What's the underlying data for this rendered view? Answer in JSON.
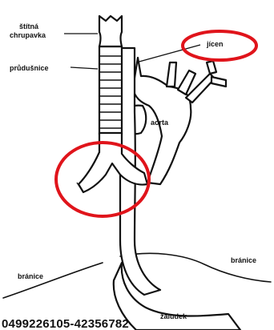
{
  "labels": {
    "thyroid_cartilage_line1": "štítná",
    "thyroid_cartilage_line2": "chrupavka",
    "trachea": "průdušnice",
    "esophagus": "jícen",
    "aorta": "aorta",
    "diaphragm_left": "bránice",
    "diaphragm_right": "bránice",
    "stomach": "žaludek"
  },
  "watermark": "0499226105-42356782",
  "colors": {
    "highlight": "#e0141b",
    "ink": "#111111",
    "background": "#ffffff"
  }
}
